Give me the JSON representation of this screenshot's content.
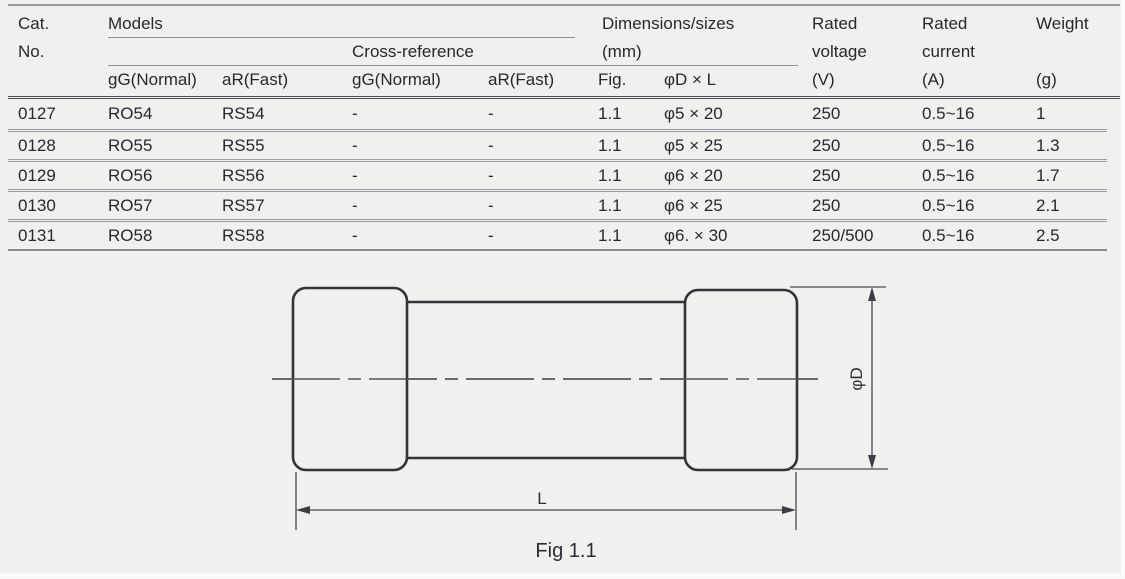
{
  "header": {
    "cat": "Cat.",
    "no": "No.",
    "models": "Models",
    "cross_reference": "Cross-reference",
    "dims_line1": "Dimensions/sizes",
    "dims_line2": "(mm)",
    "rated_v_line1": "Rated",
    "rated_v_line2": "voltage",
    "rated_v_unit": "(V)",
    "rated_a_line1": "Rated",
    "rated_a_line2": "current",
    "rated_a_unit": "(A)",
    "weight": "Weight",
    "weight_unit": "(g)",
    "sub_gg_models": "gG(Normal)",
    "sub_ar_models": "aR(Fast)",
    "sub_gg_cross": "gG(Normal)",
    "sub_ar_cross": "aR(Fast)",
    "sub_fig": "Fig.",
    "sub_dxl": "φD × L"
  },
  "rows": [
    {
      "cat": "0127",
      "m_gg": "RO54",
      "m_ar": "RS54",
      "c_gg": "-",
      "c_ar": "-",
      "fig": "1.1",
      "dxl": "φ5 × 20",
      "v": "250",
      "a": "0.5~16",
      "g": "1"
    },
    {
      "cat": "0128",
      "m_gg": "RO55",
      "m_ar": "RS55",
      "c_gg": "-",
      "c_ar": "-",
      "fig": "1.1",
      "dxl": "φ5 × 25",
      "v": "250",
      "a": "0.5~16",
      "g": "1.3"
    },
    {
      "cat": "0129",
      "m_gg": "RO56",
      "m_ar": "RS56",
      "c_gg": "-",
      "c_ar": "-",
      "fig": "1.1",
      "dxl": "φ6 × 20",
      "v": "250",
      "a": "0.5~16",
      "g": "1.7"
    },
    {
      "cat": "0130",
      "m_gg": "RO57",
      "m_ar": "RS57",
      "c_gg": "-",
      "c_ar": "-",
      "fig": "1.1",
      "dxl": "φ6 × 25",
      "v": "250",
      "a": "0.5~16",
      "g": "2.1"
    },
    {
      "cat": "0131",
      "m_gg": "RO58",
      "m_ar": "RS58",
      "c_gg": "-",
      "c_ar": "-",
      "fig": "1.1",
      "dxl": "φ6. × 30",
      "v": "250/500",
      "a": "0.5~16",
      "g": "2.5"
    }
  ],
  "diagram": {
    "diameter_label": "φD",
    "length_label": "L",
    "caption": "Fig 1.1"
  },
  "colors": {
    "background": "#f0f0ee",
    "text": "#28282c",
    "outline_dark": "#333338",
    "rule_gray": "#8e8e94"
  }
}
